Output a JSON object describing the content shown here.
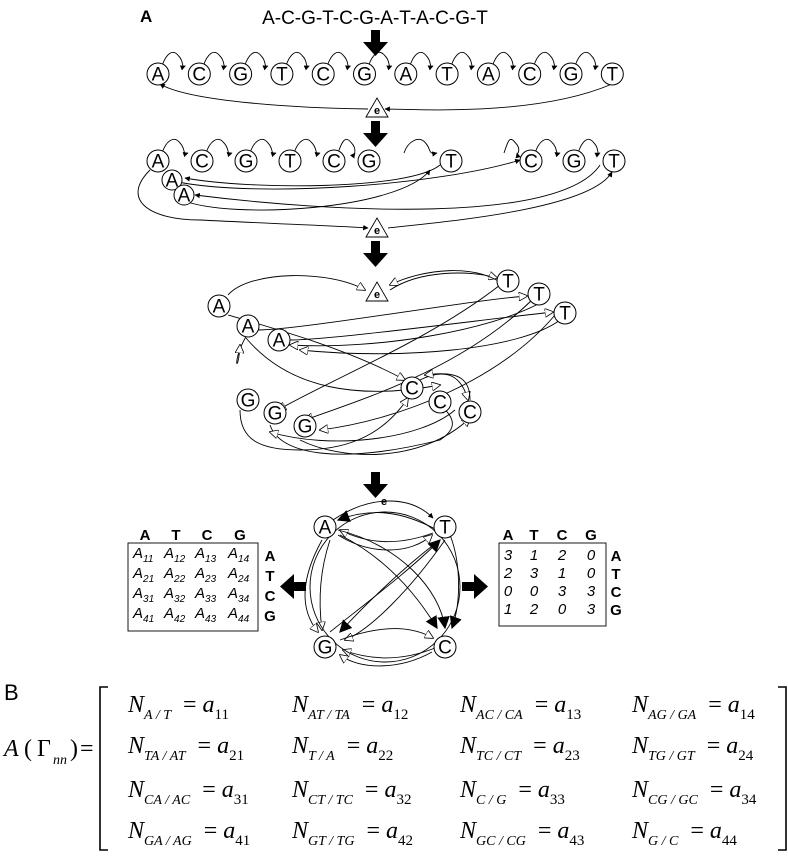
{
  "panel_a_label": "A",
  "panel_b_label": "B",
  "sequence": "A-C-G-T-C-G-A-T-A-C-G-T",
  "row1_nodes": [
    "A",
    "C",
    "G",
    "T",
    "C",
    "G",
    "A",
    "T",
    "A",
    "C",
    "G",
    "T"
  ],
  "row2_nodes": [
    "A",
    "C",
    "G",
    "T",
    "C",
    "G",
    "T",
    "C",
    "G",
    "T"
  ],
  "row2_stacked": [
    "A",
    "A"
  ],
  "scatter_nodes": [
    "A",
    "A",
    "A",
    "T",
    "T",
    "T",
    "C",
    "C",
    "C",
    "G",
    "G",
    "G"
  ],
  "cycle_nodes": [
    "A",
    "T",
    "G",
    "C"
  ],
  "e_label": "e",
  "left_matrix": {
    "col_headers": [
      "A",
      "T",
      "C",
      "G"
    ],
    "row_headers": [
      "A",
      "T",
      "C",
      "G"
    ],
    "cells": [
      [
        {
          "b": "A",
          "s": "11"
        },
        {
          "b": "A",
          "s": "12"
        },
        {
          "b": "A",
          "s": "13"
        },
        {
          "b": "A",
          "s": "14"
        }
      ],
      [
        {
          "b": "A",
          "s": "21"
        },
        {
          "b": "A",
          "s": "22"
        },
        {
          "b": "A",
          "s": "23"
        },
        {
          "b": "A",
          "s": "24"
        }
      ],
      [
        {
          "b": "A",
          "s": "31"
        },
        {
          "b": "A",
          "s": "32"
        },
        {
          "b": "A",
          "s": "33"
        },
        {
          "b": "A",
          "s": "34"
        }
      ],
      [
        {
          "b": "A",
          "s": "41"
        },
        {
          "b": "A",
          "s": "42"
        },
        {
          "b": "A",
          "s": "43"
        },
        {
          "b": "A",
          "s": "44"
        }
      ]
    ]
  },
  "right_matrix": {
    "col_headers": [
      "A",
      "T",
      "C",
      "G"
    ],
    "row_headers": [
      "A",
      "T",
      "C",
      "G"
    ],
    "values": [
      [
        "3",
        "1",
        "2",
        "0"
      ],
      [
        "2",
        "3",
        "1",
        "0"
      ],
      [
        "0",
        "0",
        "3",
        "3"
      ],
      [
        "1",
        "2",
        "0",
        "3"
      ]
    ]
  },
  "equation": {
    "lhs": {
      "base": "A",
      "open": "(",
      "symbol": "Γ",
      "sub": "nn",
      "close": ")",
      "eq": "="
    },
    "rows": [
      [
        {
          "n": "N",
          "s": "A / T",
          "a": "a",
          "i": "11"
        },
        {
          "n": "N",
          "s": "AT / TA",
          "a": "a",
          "i": "12"
        },
        {
          "n": "N",
          "s": "AC / CA",
          "a": "a",
          "i": "13"
        },
        {
          "n": "N",
          "s": "AG / GA",
          "a": "a",
          "i": "14"
        }
      ],
      [
        {
          "n": "N",
          "s": "TA / AT",
          "a": "a",
          "i": "21"
        },
        {
          "n": "N",
          "s": "T / A",
          "a": "a",
          "i": "22"
        },
        {
          "n": "N",
          "s": "TC / CT",
          "a": "a",
          "i": "23"
        },
        {
          "n": "N",
          "s": "TG / GT",
          "a": "a",
          "i": "24"
        }
      ],
      [
        {
          "n": "N",
          "s": "CA / AC",
          "a": "a",
          "i": "31"
        },
        {
          "n": "N",
          "s": "CT / TC",
          "a": "a",
          "i": "32"
        },
        {
          "n": "N",
          "s": "C / G",
          "a": "a",
          "i": "33"
        },
        {
          "n": "N",
          "s": "CG / GC",
          "a": "a",
          "i": "34"
        }
      ],
      [
        {
          "n": "N",
          "s": "GA / AG",
          "a": "a",
          "i": "41"
        },
        {
          "n": "N",
          "s": "GT / TG",
          "a": "a",
          "i": "42"
        },
        {
          "n": "N",
          "s": "GC / CG",
          "a": "a",
          "i": "43"
        },
        {
          "n": "N",
          "s": "G / C",
          "a": "a",
          "i": "44"
        }
      ]
    ],
    "eq_sign": "="
  }
}
